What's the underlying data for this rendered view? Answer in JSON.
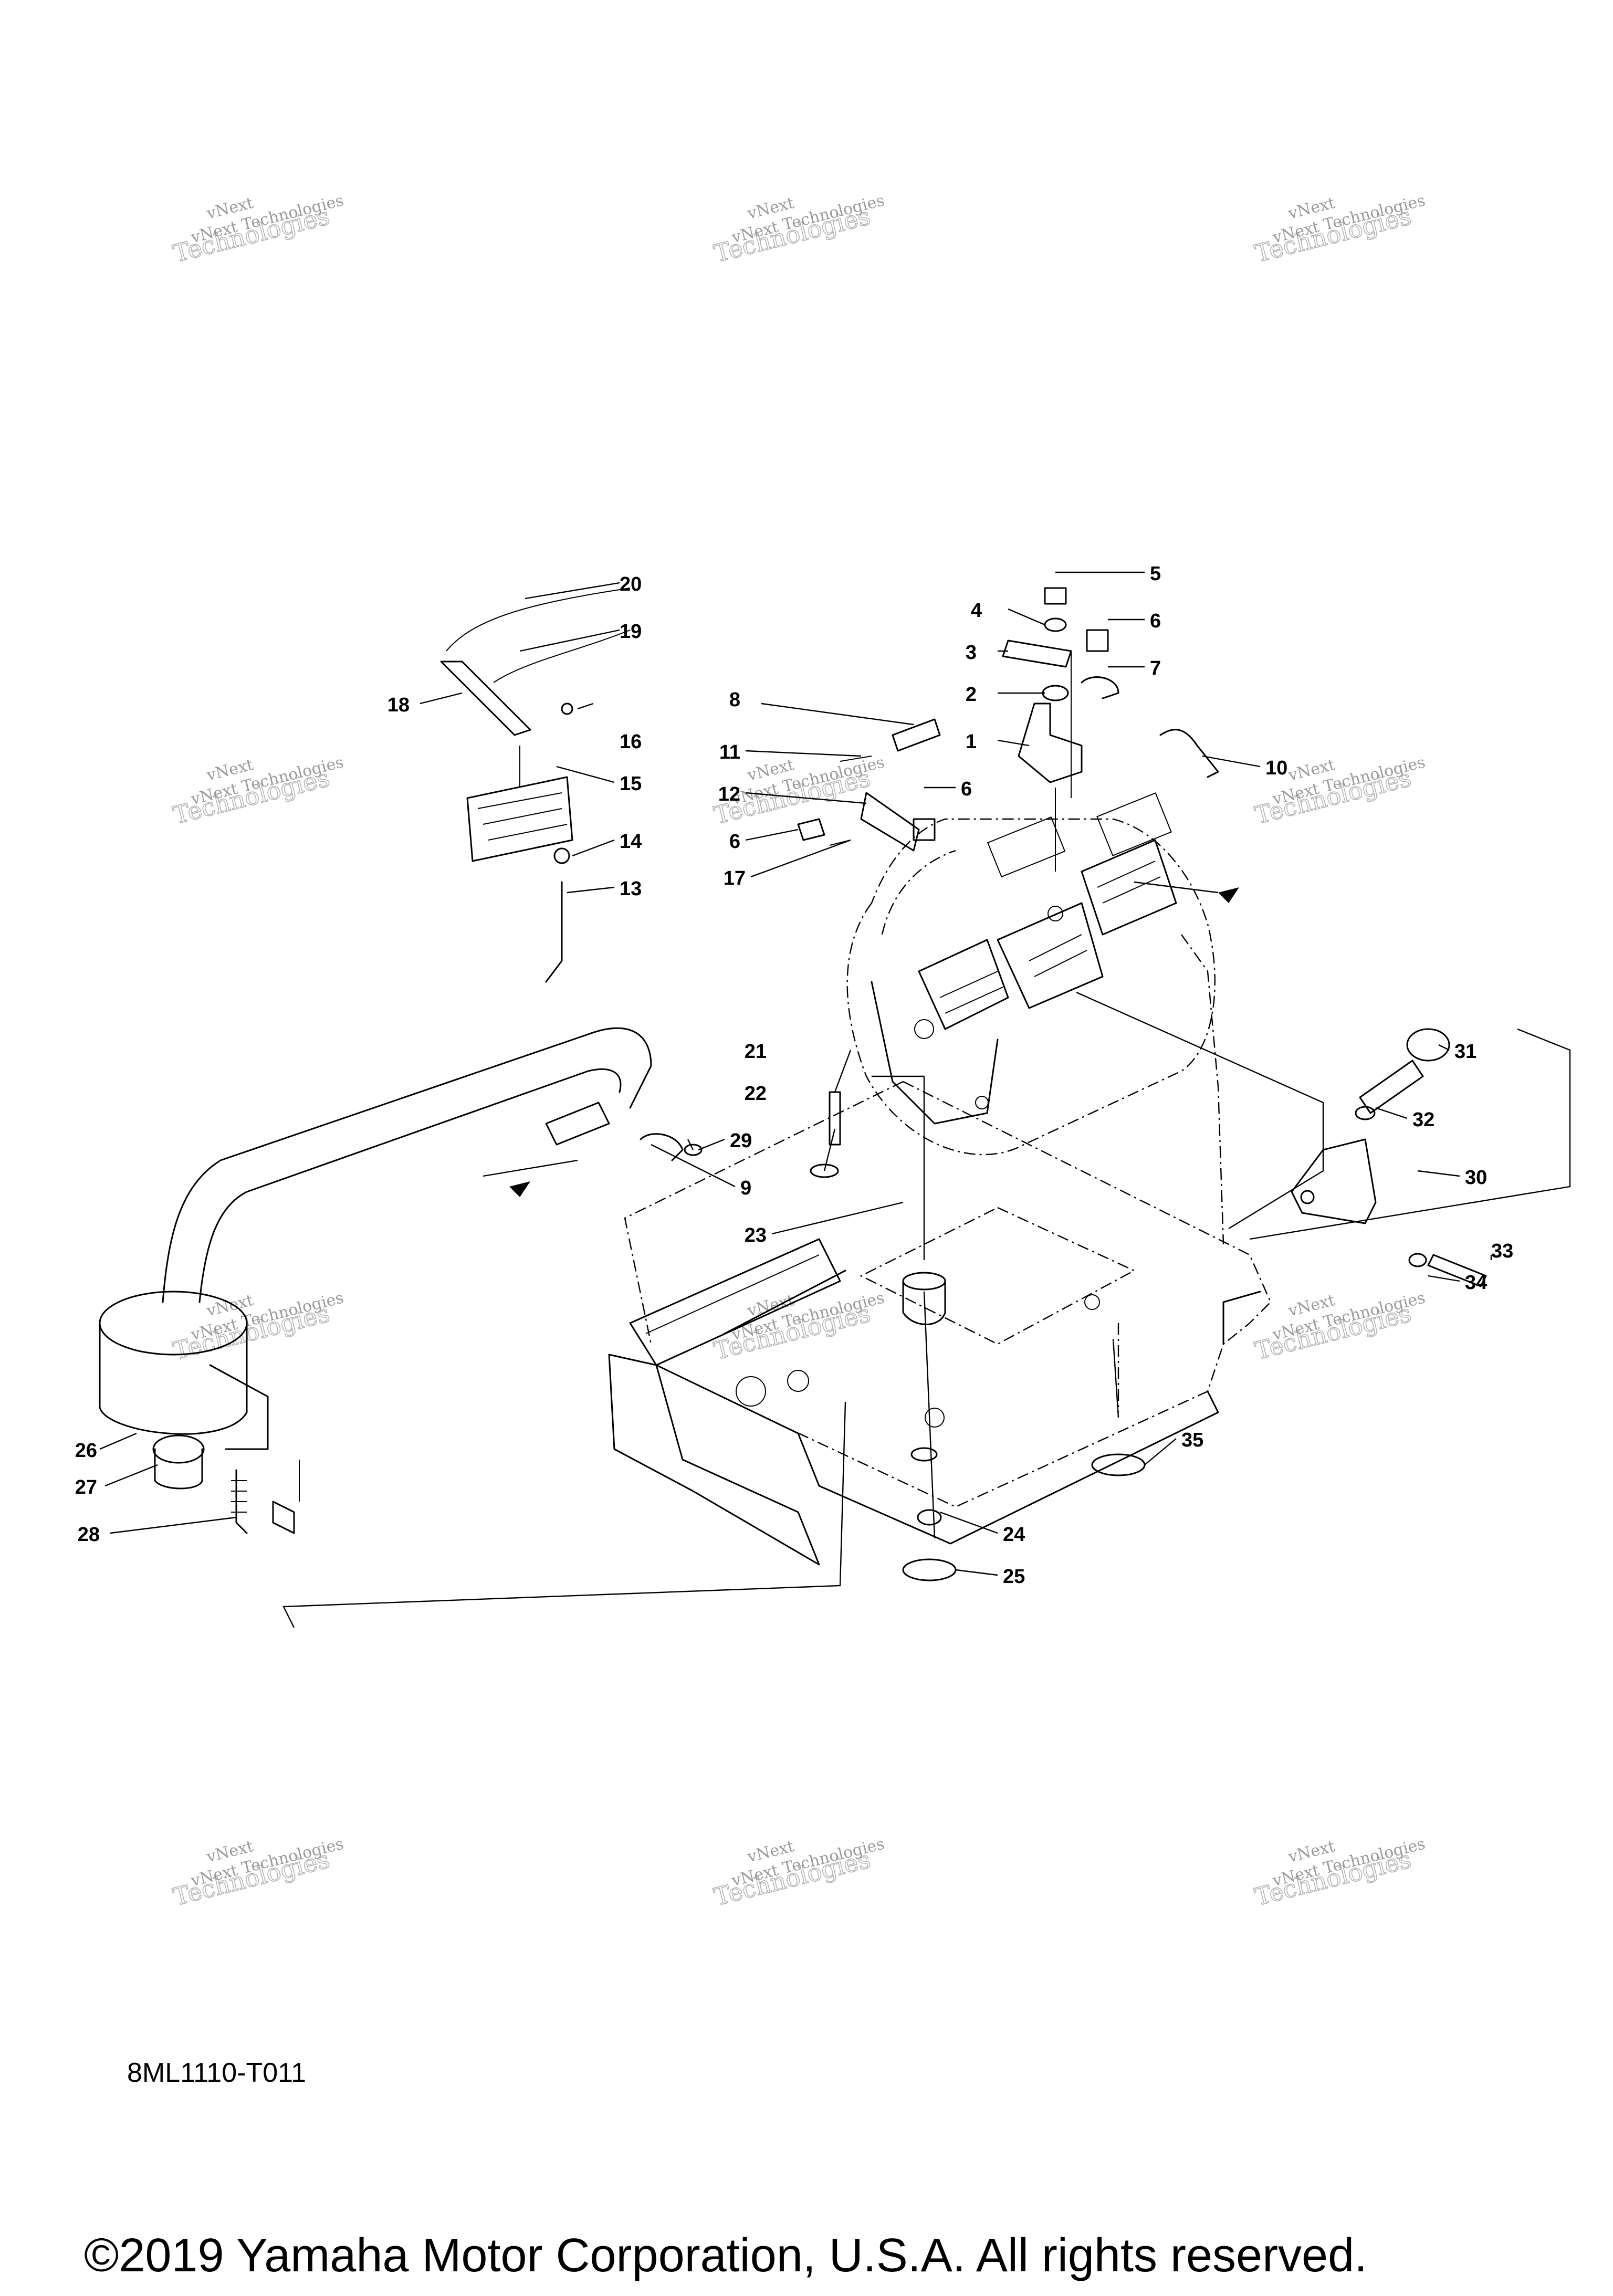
{
  "drawing_code": "8ML1110-T011",
  "copyright": "©2019 Yamaha Motor Corporation, U.S.A. All rights reserved.",
  "watermark": {
    "line1": "vNext",
    "line2": "Technologies",
    "line3": "vNext Technologies"
  },
  "callouts": [
    "1",
    "2",
    "3",
    "4",
    "5",
    "6",
    "6",
    "6",
    "7",
    "8",
    "9",
    "10",
    "11",
    "12",
    "13",
    "14",
    "15",
    "16",
    "17",
    "18",
    "19",
    "20",
    "21",
    "22",
    "23",
    "24",
    "25",
    "26",
    "27",
    "28",
    "29",
    "30",
    "31",
    "32",
    "33",
    "34",
    "35"
  ]
}
